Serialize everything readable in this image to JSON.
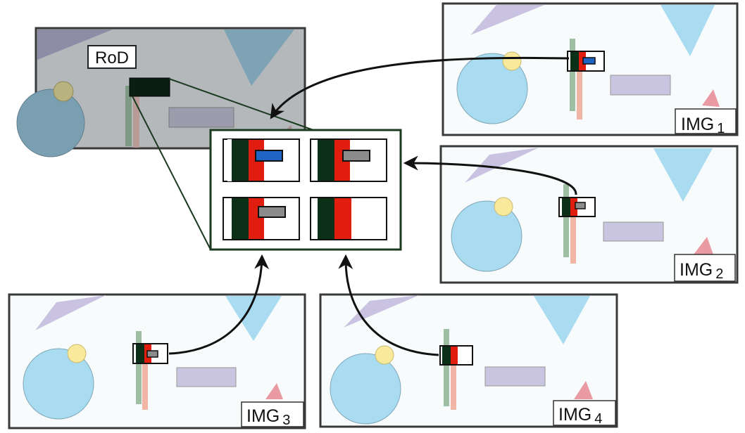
{
  "rod_label": "RoD",
  "images": [
    {
      "label": "IMG",
      "sub": "1"
    },
    {
      "label": "IMG",
      "sub": "2"
    },
    {
      "label": "IMG",
      "sub": "3"
    },
    {
      "label": "IMG",
      "sub": "4"
    }
  ],
  "colors": {
    "dark_green": "#0b2f17",
    "red": "#e11d10",
    "blue_block": "#1f64c2",
    "gray_block": "#8c8c8c",
    "circle": "#a9dbf1",
    "sun": "#f8ea9a",
    "lavender": "#c9c4df",
    "triangle_purple": "#c9c2e0",
    "triangle_blue": "#a9dbf1",
    "triangle_pink": "#ea9aa2",
    "pole_green": "#9fbfa5",
    "pole_pink": "#f1b5a6",
    "rod_bg": "#b4b8bb",
    "frame_dark_green": "#1c3a1f",
    "arrow": "#111111"
  }
}
